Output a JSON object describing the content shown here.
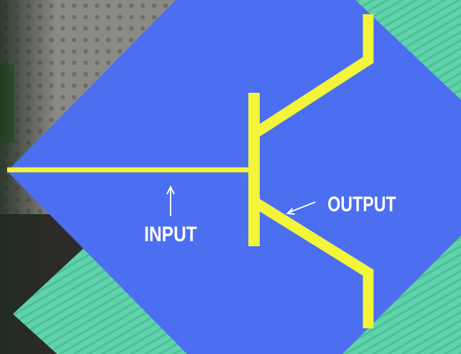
{
  "labels": {
    "input": "INPUT",
    "output": "OUTPUT"
  },
  "colors": {
    "diamond_fill": "#4c6ef0",
    "wire": "#f2f53a",
    "label_text": "#ffffff",
    "accent_stripe": "#5cd1a8",
    "background_board": "#8a8884"
  },
  "symbol": {
    "component": "transistor",
    "terminals": [
      "input-lead",
      "collector-lead",
      "emitter-lead"
    ]
  }
}
